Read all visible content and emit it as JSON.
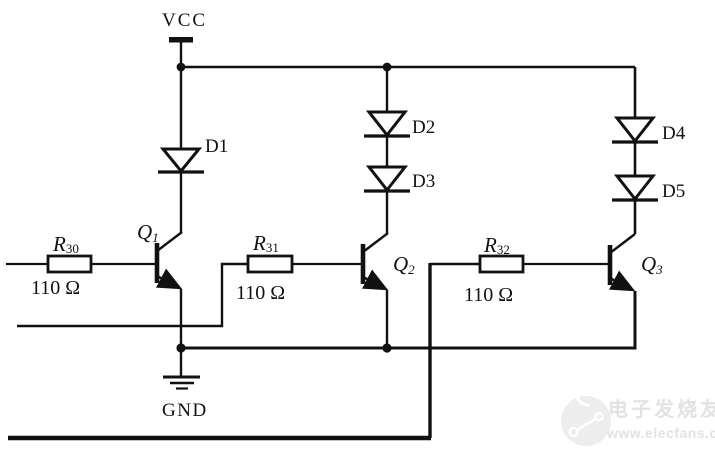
{
  "schematic": {
    "power": {
      "vcc_label": "VCC",
      "gnd_label": "GND"
    },
    "diodes": {
      "d1": "D1",
      "d2": "D2",
      "d3": "D3",
      "d4": "D4",
      "d5": "D5"
    },
    "transistors": {
      "q1": {
        "name": "Q",
        "sub": "1"
      },
      "q2": {
        "name": "Q",
        "sub": "2"
      },
      "q3": {
        "name": "Q",
        "sub": "3"
      }
    },
    "resistors": {
      "r30": {
        "name": "R",
        "sub": "30",
        "value": "110 Ω"
      },
      "r31": {
        "name": "R",
        "sub": "31",
        "value": "110 Ω"
      },
      "r32": {
        "name": "R",
        "sub": "32",
        "value": "110 Ω"
      }
    }
  },
  "watermark": {
    "brand": "电子发烧友",
    "site": "www.elecfans.com",
    "color": "#e2e2e2"
  }
}
